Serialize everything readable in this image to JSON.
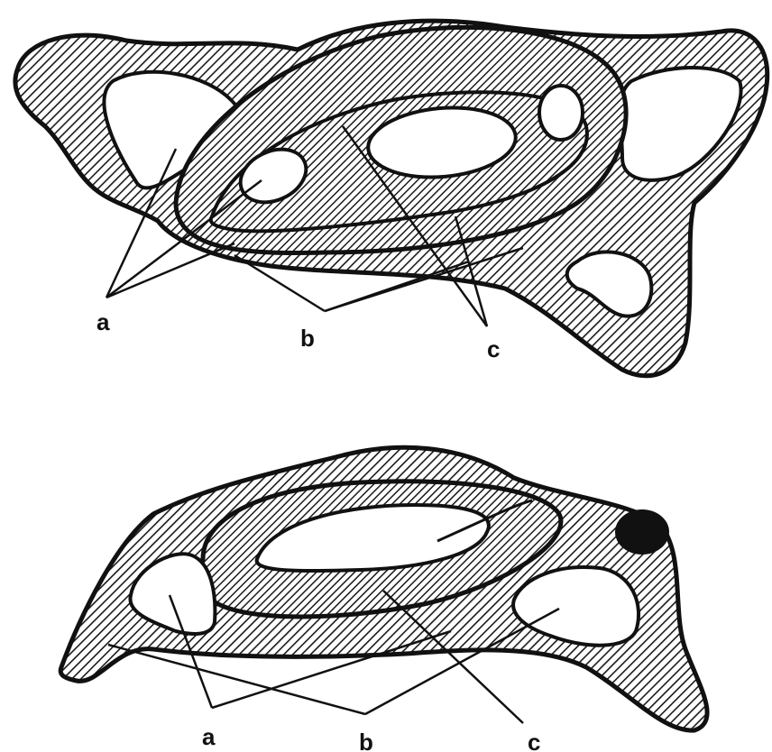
{
  "figures": [
    {
      "labels": {
        "a": "a",
        "b": "b",
        "c": "c"
      }
    },
    {
      "labels": {
        "a": "a",
        "b": "b",
        "c": "c"
      }
    }
  ],
  "colors": {
    "ink": "#111111",
    "background": "#ffffff"
  }
}
